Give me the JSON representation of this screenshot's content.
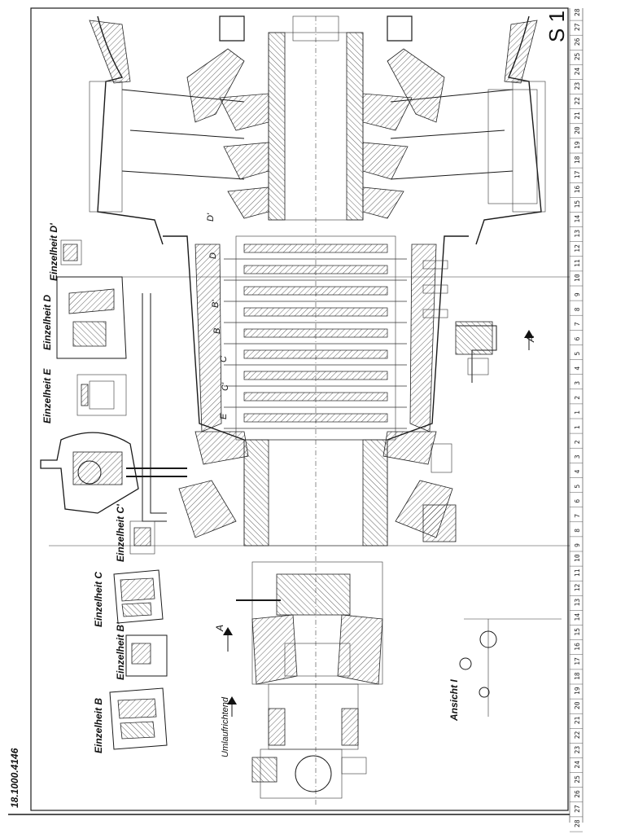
{
  "sheet": {
    "sheet_code": "S 1",
    "drawing_number": "18.1000.4146",
    "direction_label": "Umlaufrichtend",
    "view_label": "Ansicht I",
    "section_letters": [
      "A",
      "A'",
      "D",
      "D'",
      "B",
      "B'",
      "C",
      "C'",
      "E"
    ],
    "detail_labels": [
      "Einzelheit D'",
      "Einzelheit D",
      "Einzelheit E",
      "Einzelheit C'",
      "Einzelheit C",
      "Einzelheit B'",
      "Einzelheit B"
    ],
    "scale_numbers": [
      "28",
      "27",
      "26",
      "25",
      "24",
      "23",
      "22",
      "21",
      "20",
      "19",
      "18",
      "17",
      "16",
      "15",
      "14",
      "13",
      "12",
      "11",
      "10",
      "9",
      "8",
      "7",
      "6",
      "5",
      "4",
      "3",
      "2",
      "1",
      "1",
      "2",
      "3",
      "4",
      "5",
      "6",
      "7",
      "8",
      "9",
      "10",
      "11",
      "12",
      "13",
      "14",
      "15",
      "16",
      "17",
      "18",
      "19",
      "20",
      "21",
      "22",
      "23",
      "24",
      "25",
      "26",
      "27",
      "28"
    ],
    "colors": {
      "ink": "#1a1a1a",
      "paper": "#ffffff"
    }
  }
}
